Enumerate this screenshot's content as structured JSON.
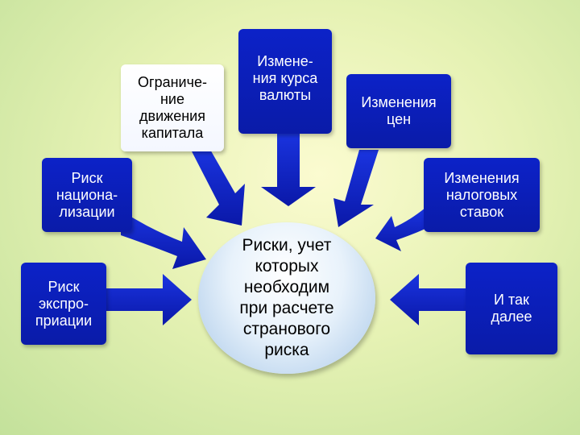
{
  "center": {
    "text": "Риски, учет\nкоторых\nнеобходим\nпри расчете\nстранового\nриска"
  },
  "boxes": {
    "capital_restriction": "Ограниче-\nние\nдвижения\nкапитала",
    "exchange_rate": "Измене-\nния курса\nвалюты",
    "price_changes": "Изменения\nцен",
    "nationalization": "Риск\nнациона-\nлизации",
    "tax_changes": "Изменения\nналоговых\nставок",
    "expropriation": "Риск\nэкспро-\nприации",
    "etc": "И так\nдалее"
  },
  "colors": {
    "box_dark": "#0a1ba8",
    "box_light": "#ffffff",
    "arrow": "#0d1fc0",
    "background": "#e6f2b4"
  }
}
